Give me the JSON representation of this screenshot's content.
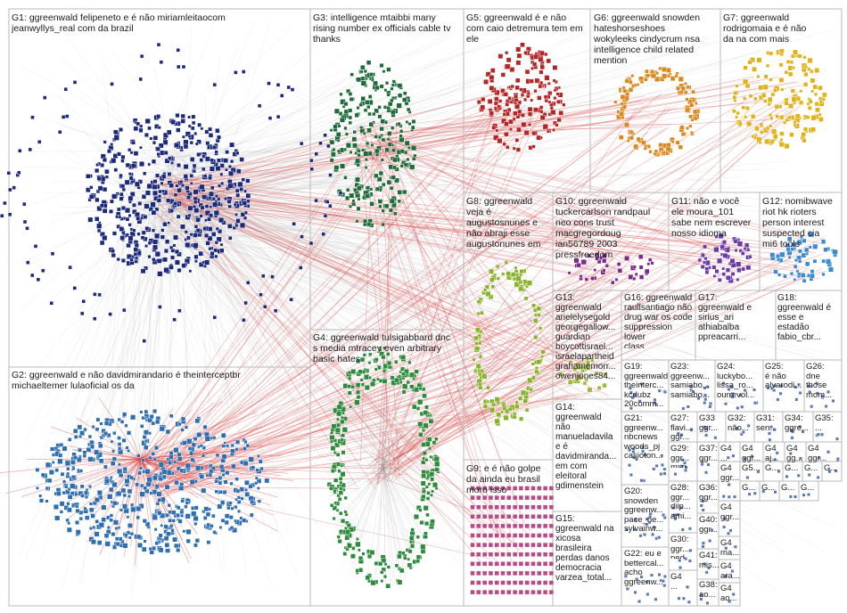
{
  "colors": {
    "cell_border": "#b9b9b9",
    "edge_gray": "#9a9a9a",
    "edge_red": "#d64040",
    "g1": "#1c2a7a",
    "g2": "#2f6fb0",
    "g3": "#1f6b3a",
    "g4": "#2e8a3c",
    "g5": "#b22626",
    "g6": "#d88a20",
    "g7": "#e0b21c",
    "g8": "#8ab22a",
    "g9": "#b84a86",
    "g10": "#7a2a8a",
    "g11": "#6a3aa8",
    "g12": "#3a8ad0",
    "g13": "#a0b840",
    "misc": "#5a7ab0"
  },
  "groups": [
    {
      "id": "G1",
      "label": "G1: ggreenwald felipeneto e é não miriamleitaocom\njeanwyllys_real com da brazil"
    },
    {
      "id": "G2",
      "label": "G2: ggreenwald e não davidmirandario é theinterceptbr\nmichaeltemer lulaoficial os da"
    },
    {
      "id": "G3",
      "label": "G3: intelligence mtaibbi many\nrising number ex officials cable tv\nthanks"
    },
    {
      "id": "G4",
      "label": "G4: ggreenwald tulsigabbard dnc\ns media mtracey even arbitrary\nbasic hates"
    },
    {
      "id": "G5",
      "label": "G5: ggreenwald é e não\ncom caio detremura tem em\nele"
    },
    {
      "id": "G6",
      "label": "G6: ggreenwald snowden\nhateshorseshoes\nwokyleeks cindycrum nsa\nintelligence child related\nmention"
    },
    {
      "id": "G7",
      "label": "G7: ggreenwald\nrodrigomaia e é não\nda na com mais"
    },
    {
      "id": "G8",
      "label": "G8: ggreenwald\nveja é\naugustosnunes e\nnão abraji esse\naugustonunes em"
    },
    {
      "id": "G9",
      "label": "G9: e é não golpe\nda ainda eu brasil\nmoro isso"
    },
    {
      "id": "G10",
      "label": "G10: ggreenwald\ntuckercarlson randpaul\nneo cons trust\nmacgregordoug\nian56789 2003\npressfreedom"
    },
    {
      "id": "G11",
      "label": "G11: não e você\nele moura_101\nsabe nem escrever\nnosso idioma"
    },
    {
      "id": "G12",
      "label": "G12: nomibwave\nriot hk rioters\nperson interest\nsuspected cia\nmi6 tools"
    },
    {
      "id": "G13",
      "label": "G13:\nggreenwald\narielelysegold\ngeorgegallow...\nguardian\nboycottisrael...\nisraelapartheid\ngrahamemorr...\nowenjones84..."
    },
    {
      "id": "G14",
      "label": "G14:\nggreenwald\nnão\nmanueladavila\ne é\ndavidmiranda...\nem com\neleitoral\ngdimenstein"
    },
    {
      "id": "G15",
      "label": "G15:\nggreenwald na\nxicosa\nbrasileira\nperdas danos\ndemocracia\nvarzea_total..."
    },
    {
      "id": "G16",
      "label": "G16: ggreenwald\nraullsantiago não\ndrug war os code\nsuppression lower\nclass"
    },
    {
      "id": "G17",
      "label": "G17:\nggreenwald e\nsirius_ari\nathiabalba\nppreacarri..."
    },
    {
      "id": "G18",
      "label": "G18:\nggreenwald é\nesse e\nestadão\nfabio_cbr..."
    },
    {
      "id": "G19",
      "label": "G19:\nggreenwald\ntheinterc...\nkcdubz\n20comm..."
    },
    {
      "id": "G20",
      "label": "G20:\nsnowden\nggreenw...\npace_ne...\nsylvainw..."
    },
    {
      "id": "G21",
      "label": "G21:\nggreenw...\nnbcnews\nwoods_pj\ncasioton..."
    },
    {
      "id": "G22",
      "label": "G22: eu e\nbettercal...\nacho\nggreenw..."
    },
    {
      "id": "G23",
      "label": "G23:\nggreenw...\nsamiabo...\nsamiabo..."
    },
    {
      "id": "G24",
      "label": "G24:\nluckybo...\nlissa_ro...\nourrevol..."
    },
    {
      "id": "G25",
      "label": "G25:\né não\nalvarodi..."
    },
    {
      "id": "G26",
      "label": "G26:\ndne\nthose\nmom..."
    },
    {
      "id": "G27",
      "label": "G27:\nflavi...\nggr...\nsó..."
    },
    {
      "id": "G28",
      "label": "G28:\nggr...\ndiip...\nami..."
    },
    {
      "id": "G29",
      "label": "G29:\nggr...\nmsn..."
    },
    {
      "id": "G30",
      "label": "G30:\nggr...\nped..."
    },
    {
      "id": "G31",
      "label": "G31:\nsen..."
    },
    {
      "id": "G32",
      "label": "G32:\nnão..."
    },
    {
      "id": "G33",
      "label": "G33\nggr..."
    },
    {
      "id": "G34",
      "label": "G34:\nggre..."
    },
    {
      "id": "G35",
      "label": "G35:\n..."
    },
    {
      "id": "G36",
      "label": "G36:\nggr..."
    },
    {
      "id": "G37",
      "label": "G37:\nggr..."
    },
    {
      "id": "G38",
      "label": "G38:\nao..."
    },
    {
      "id": "G40",
      "label": "G40:\nggr..."
    },
    {
      "id": "G41",
      "label": "G41:\nmis..."
    },
    {
      "id": "G4a",
      "label": "G4\n..."
    },
    {
      "id": "G4b",
      "label": "G4\nggr..."
    },
    {
      "id": "G4c",
      "label": "G4\nggr..."
    },
    {
      "id": "G4d",
      "label": "G4\nggr..."
    },
    {
      "id": "G4e",
      "label": "G4\nma..."
    },
    {
      "id": "G4f",
      "label": "G4\nara..."
    },
    {
      "id": "G4g",
      "label": "G4\nao..."
    },
    {
      "id": "G4h",
      "label": "G4\n..."
    },
    {
      "id": "G4i",
      "label": "G4\naj..."
    },
    {
      "id": "G4j",
      "label": "G4\ngg..."
    },
    {
      "id": "G4k",
      "label": "G4\nggr..."
    },
    {
      "id": "G5x",
      "label": "G5..."
    },
    {
      "id": "G4l",
      "label": "G..."
    },
    {
      "id": "G4m",
      "label": "G..."
    },
    {
      "id": "G4n",
      "label": "G..."
    },
    {
      "id": "G4o",
      "label": "G..."
    },
    {
      "id": "G4p",
      "label": "G..."
    },
    {
      "id": "G4q",
      "label": "G..."
    },
    {
      "id": "G4r",
      "label": "G..."
    },
    {
      "id": "G4s",
      "label": "G..."
    }
  ]
}
